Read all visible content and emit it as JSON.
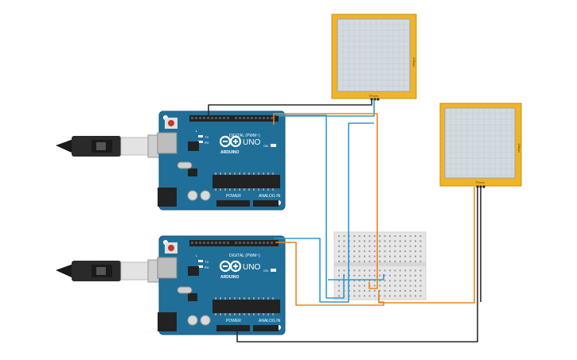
{
  "boards": [
    {
      "brand": "ARDUINO",
      "model": "UNO",
      "digital_header": "DIGITAL (PWM~)",
      "power_header": "POWER",
      "analog_header": "ANALOG IN",
      "tx": "TX",
      "rx": "RX",
      "l": "L",
      "on": "ON"
    },
    {
      "brand": "ARDUINO",
      "model": "UNO",
      "digital_header": "DIGITAL (PWM~)",
      "power_header": "POWER",
      "analog_header": "ANALOG IN",
      "tx": "TX",
      "rx": "RX",
      "l": "L",
      "on": "ON"
    }
  ],
  "displays": [
    {
      "side_label": "1Mbps",
      "bottom_label": "TFrom"
    },
    {
      "side_label": "1Mbps",
      "bottom_label": "TFrom"
    }
  ],
  "colors": {
    "board": "#1f6f99",
    "board_edge": "#175a7f",
    "display_frame": "#f0b429",
    "display_screen": "#d3dbe0",
    "wire_black": "#2b2b2b",
    "wire_blue": "#2e9ad0",
    "wire_orange": "#e8871e",
    "breadboard": "#e6e6e6"
  }
}
